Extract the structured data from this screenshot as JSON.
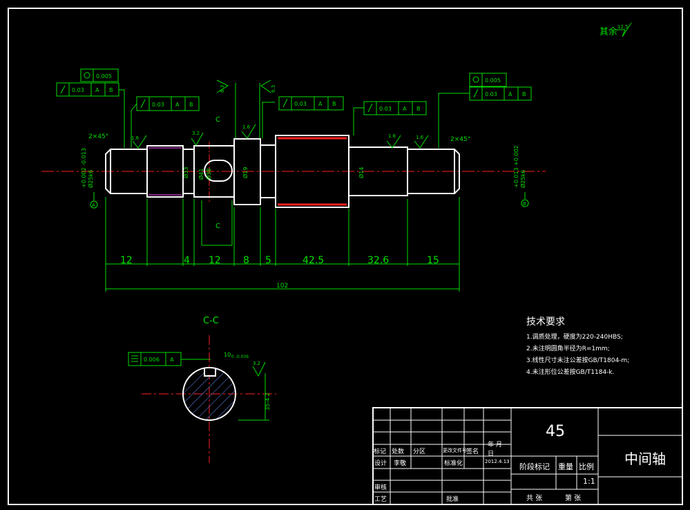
{
  "colors": {
    "background": "#000000",
    "outline": "#ffffff",
    "dimension": "#00e000",
    "centerline": "#ff2020",
    "thread": "#ff2020",
    "hatch": "#6a8cff",
    "key": "#ff55ff"
  },
  "rough_rest": {
    "label": "其余",
    "value": "12.5"
  },
  "tolerances": {
    "circ_l": "0.005",
    "run_l": "0.03",
    "ref_a": "A",
    "ref_b": "B",
    "run_m1": "0.03",
    "run_m2": "0.03",
    "run_m3": "0.03",
    "circ_r": "0.005",
    "run_r": "0.03",
    "sym": "0.006",
    "sym_ref": "A"
  },
  "roughness": {
    "r1": "1.6",
    "r2": "3.2",
    "r3": "1.6",
    "r4": "1.6",
    "r5": "1.6",
    "r6": "6.3",
    "r7": "6.3",
    "r8": "3.2"
  },
  "chamfers": {
    "left": "2×45°",
    "right": "2×45°"
  },
  "section_marks": {
    "top": "C",
    "bottom": "C"
  },
  "datums": {
    "left": "A",
    "right": "B"
  },
  "diameters": {
    "left_tol": "+0.002 -0.013",
    "left": "Ø25k6",
    "d2": "Ø33",
    "d3": "Ø41",
    "d4": "Ø38",
    "d5": "Ø19",
    "d6": "Ø14",
    "right_tol": "+0.013 +0.002",
    "right": "Ø25k6"
  },
  "lengths": {
    "l1": "12",
    "l2": "4",
    "l3": "12",
    "l4": "8",
    "l5": "5",
    "l6": "42.5",
    "l7": "32.6",
    "l8": "15",
    "total": "102"
  },
  "section": {
    "title": "C-C",
    "key_width": "10",
    "key_tol": "0 -0.036",
    "depth": "35-4.2",
    "roughness": "3.2"
  },
  "tech": {
    "title": "技术要求",
    "items": [
      "1.调质处理，硬度为220-240HBS;",
      "2.未注明圆角半径为R=1mm;",
      "3.线性尺寸未注公差按GB/T1804-m;",
      "4.未注形位公差按GB/T1184-k."
    ]
  },
  "title_block": {
    "material": "45",
    "part_name": "中间轴",
    "h_mark": "标记",
    "h_count": "处数",
    "h_zone": "分区",
    "h_doc": "更改文件号",
    "h_sign": "签名",
    "h_date": "年 月 日",
    "design": "设计",
    "designer": "李敬",
    "standard": "标准化",
    "date": "2012.4.13",
    "stage": "阶段标记",
    "weight": "重量",
    "scale_h": "比例",
    "scale": "1:1",
    "check": "审核",
    "process": "工艺",
    "approve": "批准",
    "sheets": "共 张",
    "sheet": "第 张"
  }
}
